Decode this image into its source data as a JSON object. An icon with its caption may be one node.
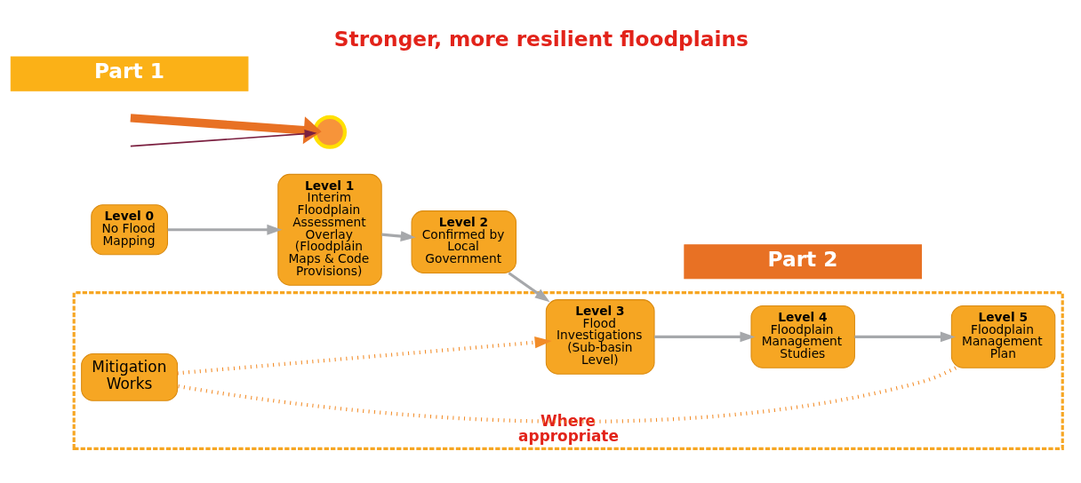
{
  "diagram": {
    "title": "Stronger, more resilient floodplains",
    "nodes": [
      {
        "text": [
          "Level 0",
          "No Flood Mapping"
        ]
      },
      {
        "text": [
          "Level 1",
          "Interim Floodplain Assessment Overlay (Floodplain Maps & Code Provisions)"
        ]
      },
      {
        "text": [
          "Level 2",
          "Confirmed by Local Government"
        ]
      },
      {
        "text": [
          "Where appropriate"
        ]
      },
      {
        "text": [
          "Level 3",
          "Flood Investigations (Sub-basin Level)"
        ],
        "in": 3
      },
      {
        "text": [
          "Level 4",
          "Floodplain Management Studies"
        ],
        "in": 3
      },
      {
        "text": [
          "Level 5",
          "Floodplain Management Plan"
        ],
        "in": 3
      },
      {
        "text": [
          "Mitigation Works"
        ],
        "in": 3
      },
      {
        "text": [],
        "shape": "circle"
      },
      {
        "text": [
          "Part 1"
        ]
      },
      {
        "text": [
          "Part 2"
        ]
      }
    ],
    "edges": [
      {
        "from": 0,
        "to": 1,
        "arrow": "to"
      },
      {
        "from": 1,
        "to": 2,
        "arrow": "to"
      },
      {
        "from": 2,
        "to": 4,
        "arrow": "to"
      },
      {
        "from": 4,
        "to": 5,
        "arrow": "to"
      },
      {
        "from": 5,
        "to": 6,
        "arrow": "to"
      },
      {
        "from": 6,
        "to": 7,
        "arrow": "none",
        "style": "dashed",
        "color": "#f28c28"
      },
      {
        "from": 7,
        "to": 4,
        "arrow": "to",
        "style": "dashed",
        "color": "#f28c28"
      },
      {
        "from": null,
        "to": 8,
        "arrow": "to",
        "style": "thick",
        "color": "#e87124"
      },
      {
        "from": null,
        "to": 8,
        "arrow": "to",
        "color": "#7b2040"
      }
    ]
  }
}
